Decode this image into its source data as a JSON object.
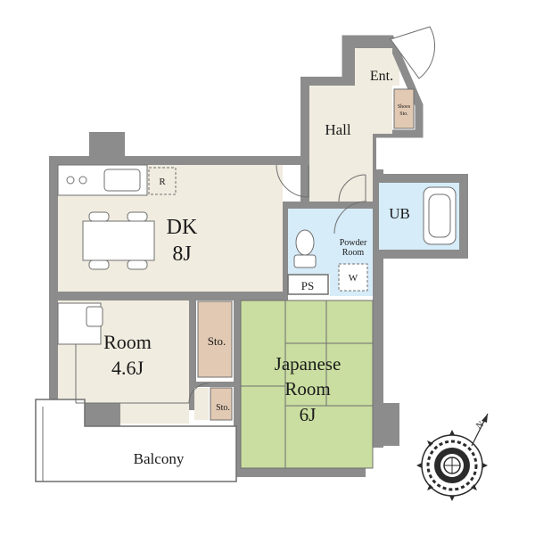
{
  "colors": {
    "wall": "#8c8c8c",
    "floor": "#f1ece0",
    "bath": "#d6ecf8",
    "tatami": "#c9dea0",
    "storage": "#e2c9b3",
    "line": "#6f6f6f",
    "white": "#ffffff"
  },
  "rooms": {
    "entrance": "Ent.",
    "shoes": {
      "line1": "Shoes",
      "line2": "Sto."
    },
    "hall": "Hall",
    "fridge": "R",
    "dk": {
      "name": "DK",
      "size": "8J"
    },
    "ub": "UB",
    "powder": {
      "line1": "Powder",
      "line2": "Room"
    },
    "washer": "W",
    "ps": "PS",
    "room": {
      "name": "Room",
      "size": "4.6J"
    },
    "storage_big": "Sto.",
    "storage_small": "Sto.",
    "japanese": {
      "line1": "Japanese",
      "line2": "Room",
      "size": "6J"
    },
    "balcony": "Balcony"
  },
  "compass": {
    "north": "N"
  }
}
